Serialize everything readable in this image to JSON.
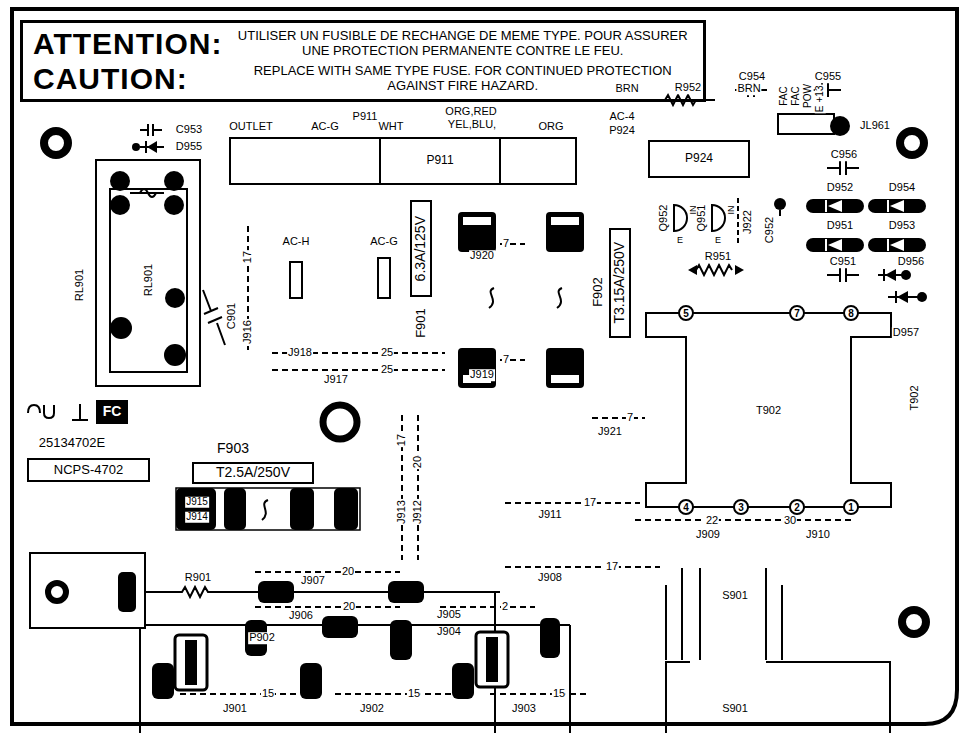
{
  "diagram": {
    "nodes": [
      {
        "text": [
          "ATTENTION:",
          "UTILISER UN FUSIBLE DE RECHANGE DE MEME TYPE. POUR ASSURER UNE PROTECTION PERMANENTE CONTRE LE FEU.",
          "CAUTION:",
          "REPLACE WITH SAME TYPE FUSE. FOR CONTINUED PROTECTION AGAINST FIRE HAZARD."
        ]
      },
      {
        "text": [
          "P911"
        ]
      },
      {
        "text": [
          "P924"
        ]
      },
      {
        "text": [
          "6.3A/125V"
        ]
      },
      {
        "text": [
          "T3.15A/250V"
        ]
      },
      {
        "text": [
          "RL901"
        ]
      },
      {
        "text": [
          "FC"
        ]
      },
      {
        "text": [
          "NCPS-4702"
        ]
      },
      {
        "text": [
          "T2.5A/250V"
        ]
      },
      {
        "text": [
          "T902"
        ]
      },
      {
        "text": [
          "5"
        ],
        "in": 9
      },
      {
        "text": [
          "7"
        ],
        "in": 9
      },
      {
        "text": [
          "8"
        ],
        "in": 9
      },
      {
        "text": [
          "4"
        ],
        "in": 9
      },
      {
        "text": [
          "3"
        ],
        "in": 9
      },
      {
        "text": [
          "2"
        ],
        "in": 9
      },
      {
        "text": [
          "1"
        ],
        "in": 9
      }
    ],
    "labels": [
      "C954",
      "C955",
      "BRN",
      "R952",
      "BRN",
      "AC-4",
      "P924",
      "OUTLET",
      "AC-G",
      "P911",
      "WHT",
      "ORG,RED",
      "YEL,BLU,",
      "ORG",
      "C953",
      "D955",
      "FAC",
      "FAC",
      "POW",
      "+13",
      "E",
      "JL961",
      "C956",
      "D952",
      "D954",
      "Q952",
      "IN",
      "E",
      "Q951",
      "IN",
      "E",
      "J922",
      "C952",
      "D951",
      "D953",
      "R951",
      "C951",
      "D956",
      "D957",
      "RL901",
      "17",
      "AC-H",
      "AC-G",
      "C901",
      "J916",
      "J920",
      "7",
      "F901",
      "F902",
      "J918",
      "25",
      "J917",
      "25",
      "J919",
      "7",
      "T902",
      "J921",
      "7",
      "25134702E",
      "F903",
      "J915",
      "J914",
      "17",
      "20",
      "J913",
      "J912",
      "J911",
      "17",
      "22",
      "J909",
      "30",
      "J910",
      "J908",
      "17",
      "S901",
      "R901",
      "J907",
      "20",
      "J906",
      "20",
      "J905",
      "2",
      "P902",
      "J904",
      "J901",
      "15",
      "J902",
      "15",
      "J903",
      "15",
      "S901"
    ]
  }
}
